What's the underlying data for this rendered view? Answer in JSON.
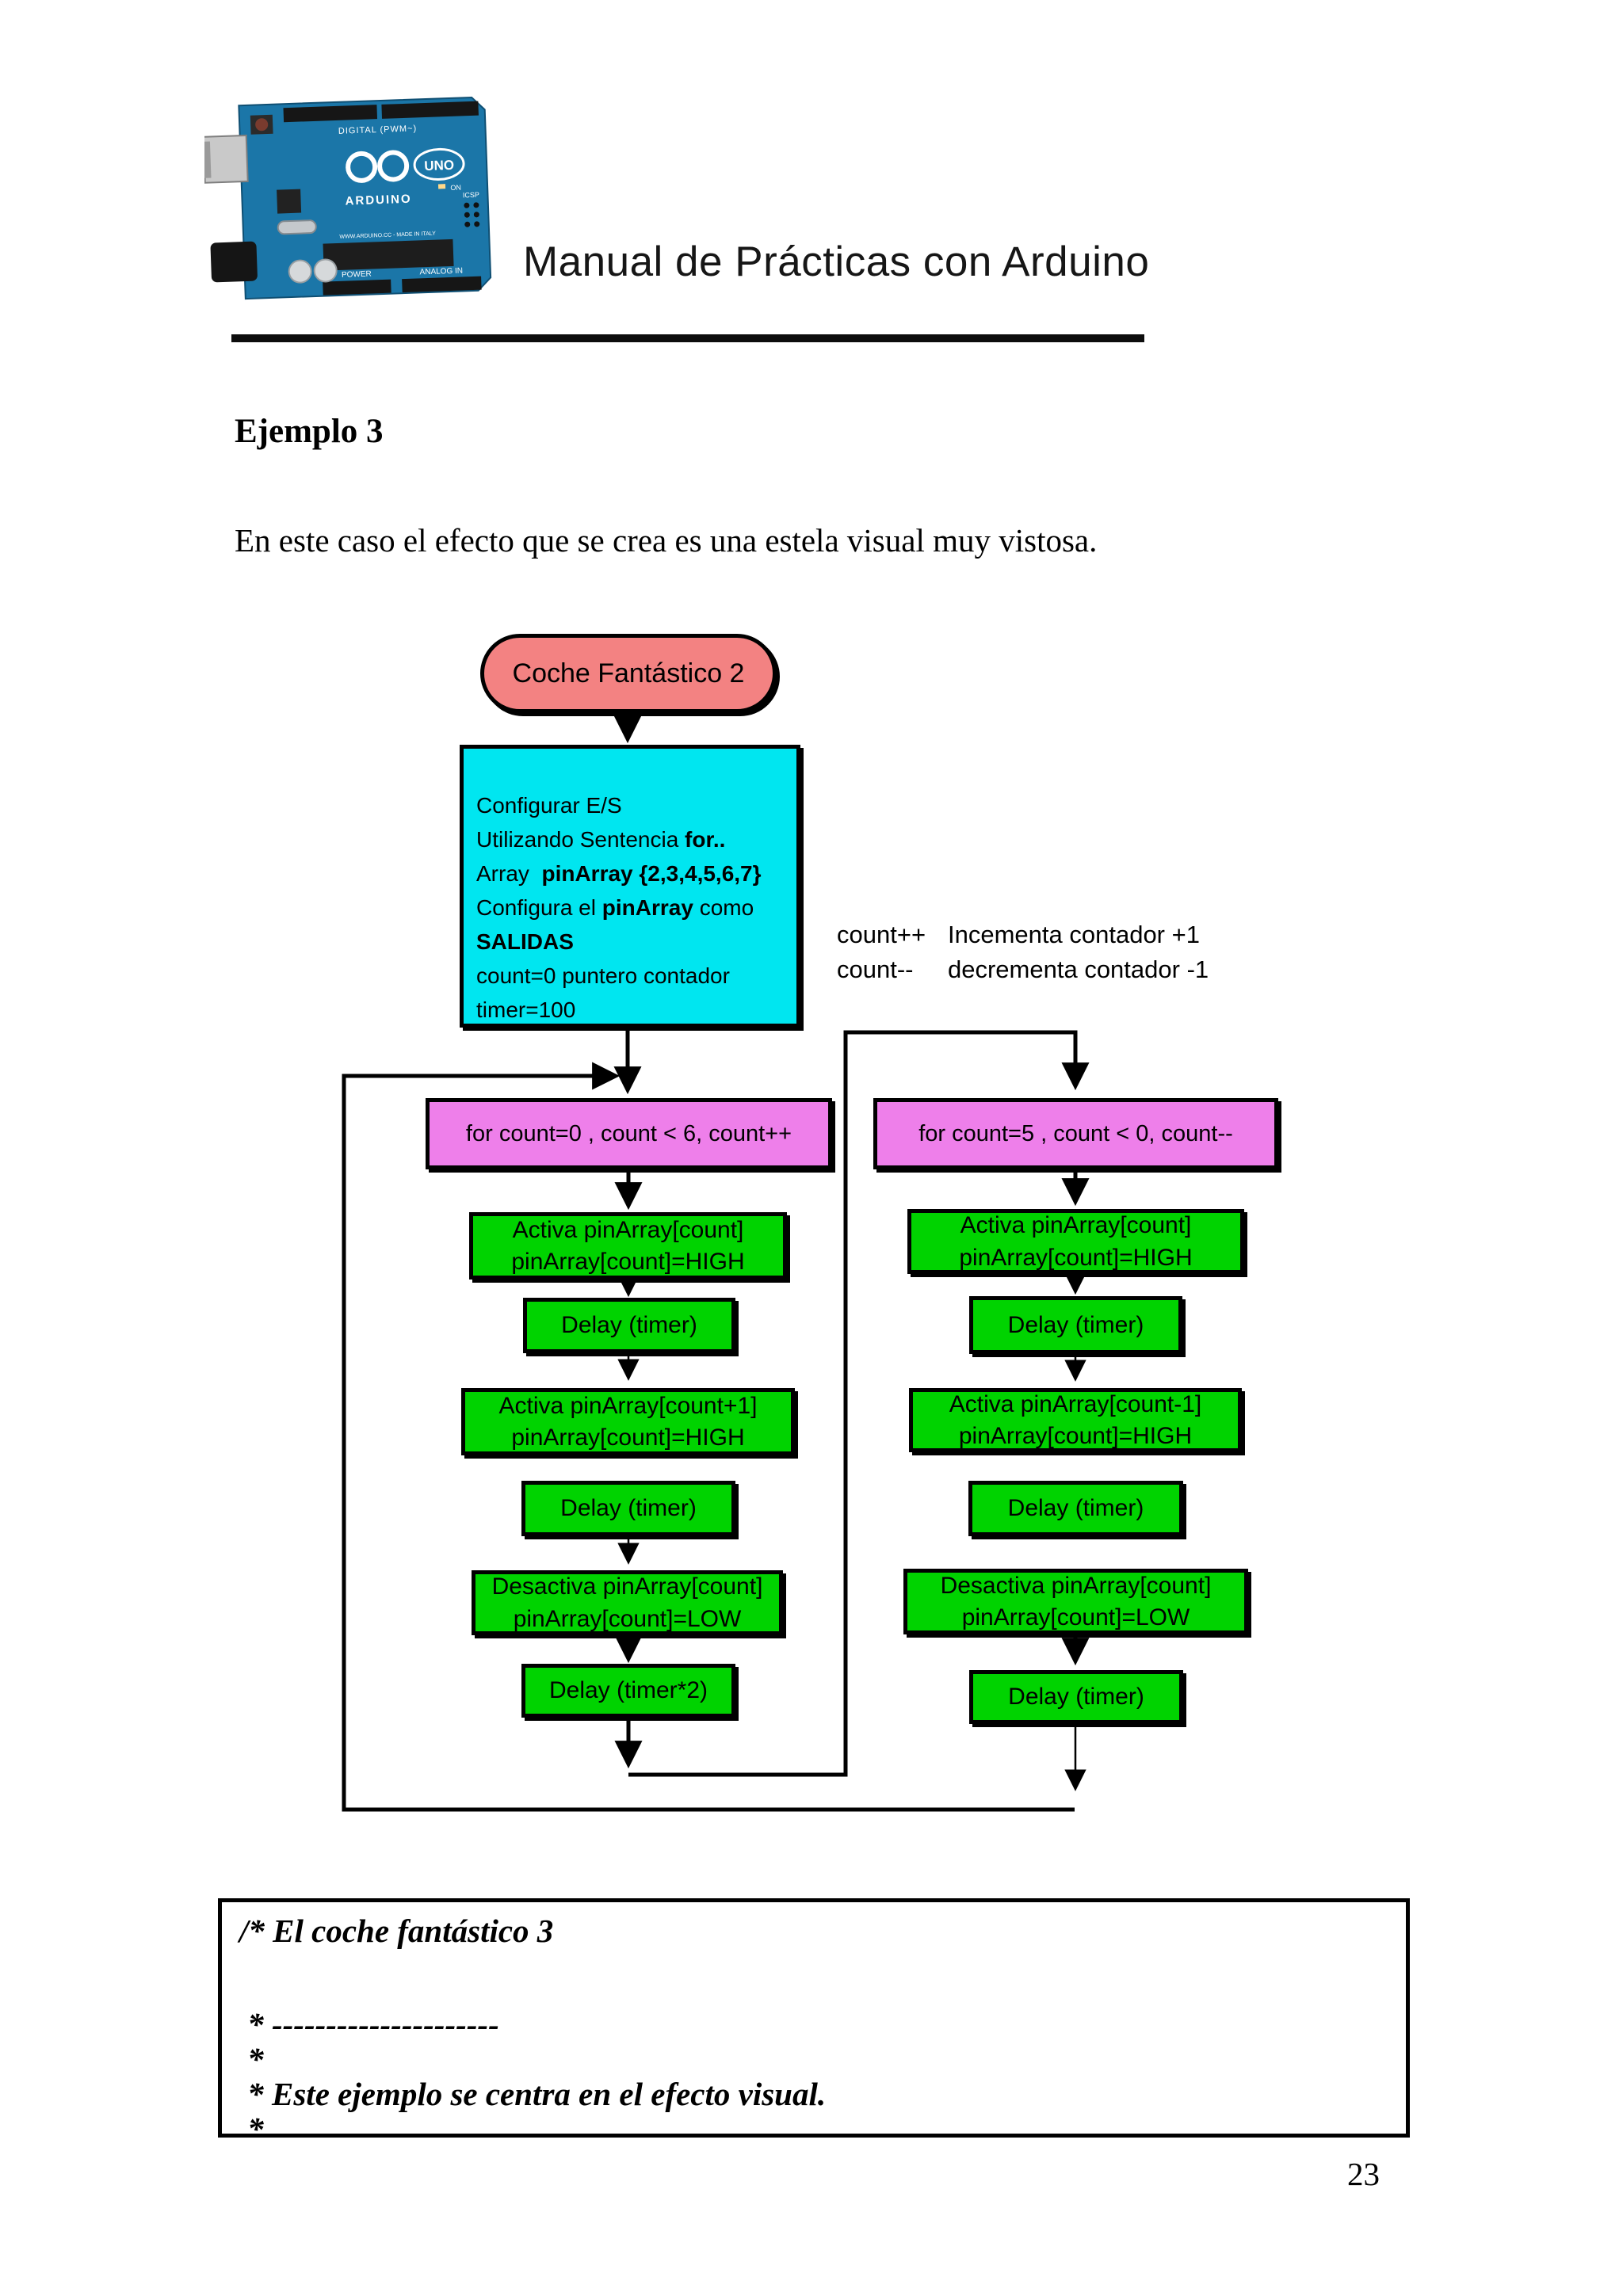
{
  "page": {
    "number": "23"
  },
  "header": {
    "title": "Manual de Prácticas con Arduino",
    "board": {
      "brand": "ARDUINO",
      "model": "UNO",
      "digital_label": "DIGITAL (PWM~)",
      "power_label": "POWER",
      "analog_label": "ANALOG IN",
      "icsp_label": "ICSP",
      "on_label": "ON",
      "made_in": "WWW.ARDUINO.CC - MADE IN ITALY"
    }
  },
  "section": {
    "heading": "Ejemplo 3",
    "intro": "En este caso el efecto que se crea es una estela visual muy vistosa."
  },
  "flow": {
    "start": "Coche Fantástico 2",
    "config_lines": [
      [
        {
          "t": "Configurar E/S"
        }
      ],
      [
        {
          "t": "Utilizando Sentencia "
        },
        {
          "t": "for..",
          "b": 1
        }
      ],
      [
        {
          "t": "Array  "
        },
        {
          "t": "pinArray {2,3,4,5,6,7}",
          "b": 1
        }
      ],
      [
        {
          "t": "Configura el "
        },
        {
          "t": "pinArray",
          "b": 1
        },
        {
          "t": " como"
        }
      ],
      [
        {
          "t": "SALIDAS",
          "b": 1
        }
      ],
      [
        {
          "t": "count=0 puntero contador"
        }
      ],
      [
        {
          "t": "timer=100"
        }
      ]
    ],
    "note": {
      "rows": [
        {
          "code": "count++",
          "desc": "Incementa contador +1"
        },
        {
          "code": "count--",
          "desc": "decrementa contador -1"
        }
      ]
    },
    "left": {
      "for_label": "for count=0 , count < 6,  count++",
      "steps": [
        [
          "Activa pinArray[count]",
          "pinArray[count]=HIGH"
        ],
        [
          "Delay (timer)"
        ],
        [
          "Activa pinArray[count+1]",
          "pinArray[count]=HIGH"
        ],
        [
          "Delay (timer)"
        ],
        [
          "Desactiva pinArray[count]",
          "pinArray[count]=LOW"
        ],
        [
          "Delay (timer*2)"
        ]
      ]
    },
    "right": {
      "for_label": "for count=5 , count < 0,  count--",
      "steps": [
        [
          "Activa pinArray[count]",
          "pinArray[count]=HIGH"
        ],
        [
          "Delay (timer)"
        ],
        [
          "Activa pinArray[count-1]",
          "pinArray[count]=HIGH"
        ],
        [
          "Delay (timer)"
        ],
        [
          "Desactiva pinArray[count]",
          "pinArray[count]=LOW"
        ],
        [
          "Delay (timer)"
        ]
      ]
    }
  },
  "code_box": {
    "lines": [
      "/* El coche fantástico 3",
      " * ---------------------",
      " *",
      " * Este ejemplo se centra en el efecto visual.",
      " *"
    ]
  },
  "colors": {
    "salmon": "#F38282",
    "cyan": "#00E6F0",
    "magenta": "#EE7FEA",
    "green": "#00D300",
    "line": "#000000"
  }
}
